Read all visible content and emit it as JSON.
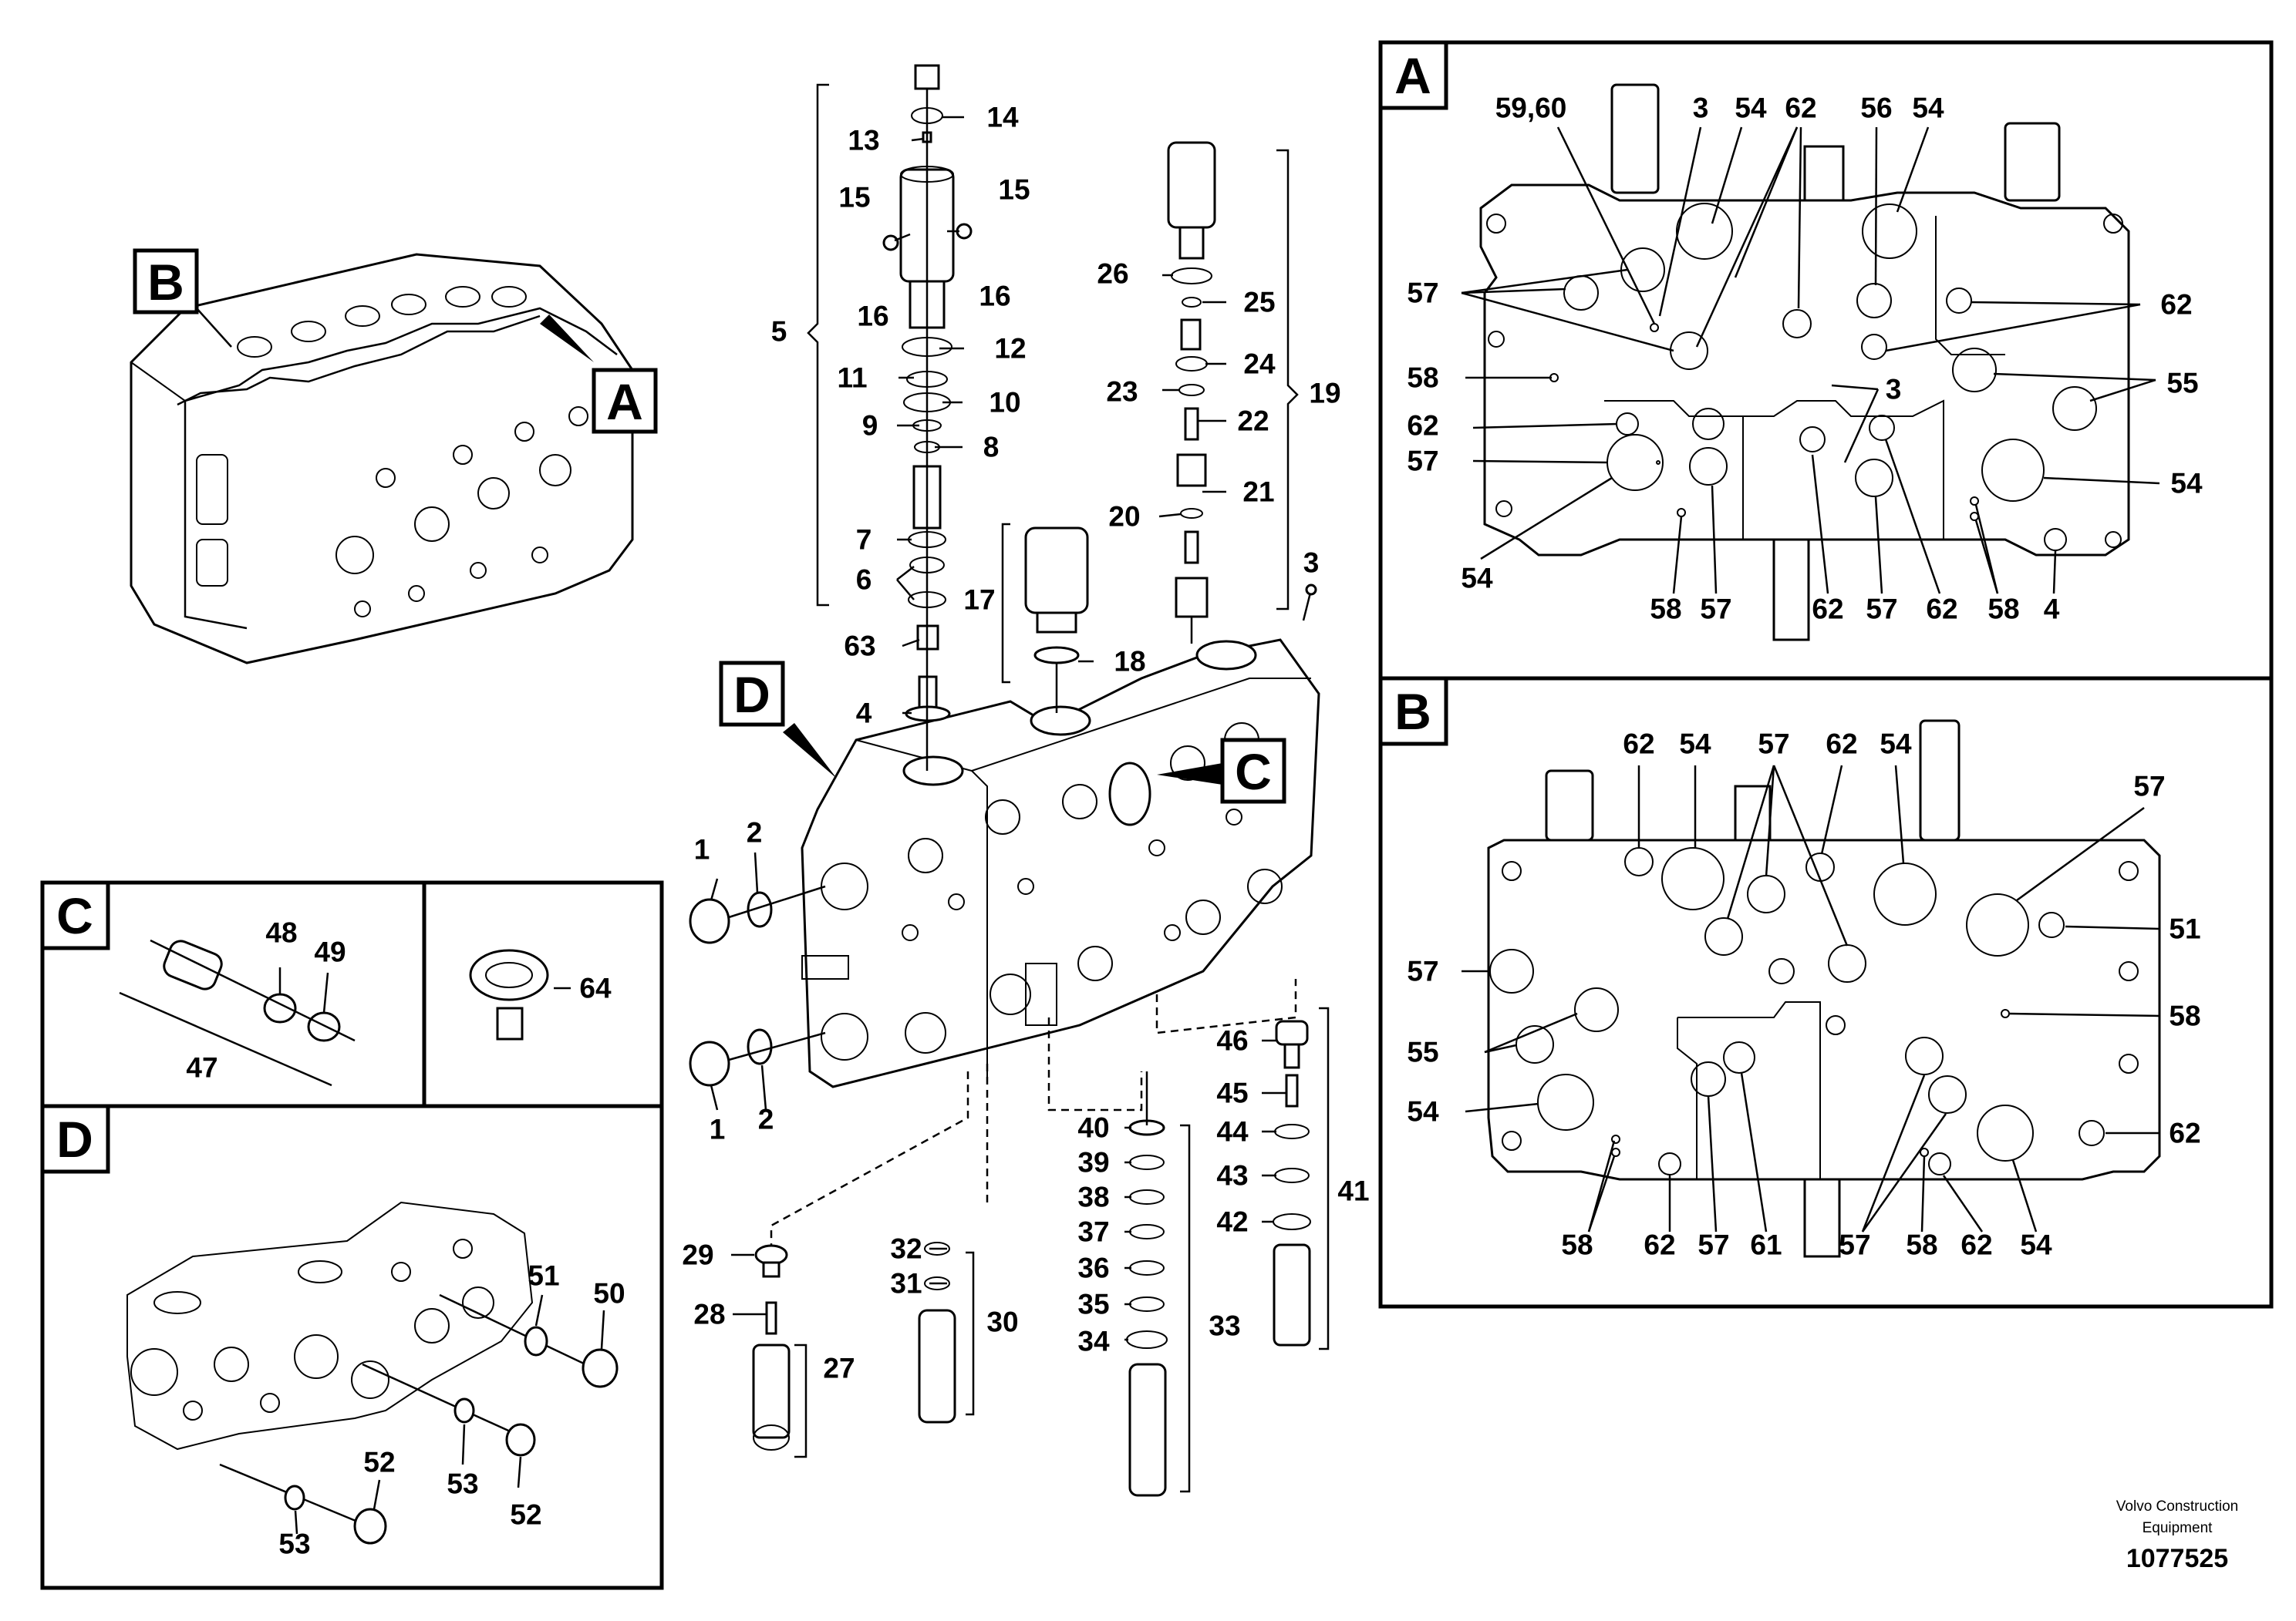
{
  "footer": {
    "maker_line1": "Volvo Construction",
    "maker_line2": "Equipment",
    "part_number": "1077525"
  },
  "view_markers": {
    "a": "A",
    "b": "B",
    "c": "C",
    "d": "D"
  },
  "main_labels": {
    "l1": "13",
    "l2": "14",
    "l3": "15",
    "l4": "15",
    "l5": "16",
    "l6": "16",
    "l7": "5",
    "l8": "12",
    "l9": "11",
    "l10": "10",
    "l11": "9",
    "l12": "8",
    "l13": "7",
    "l14": "6",
    "l15": "63",
    "l16": "4",
    "l17": "17",
    "l18": "18",
    "l19": "26",
    "l20": "25",
    "l21": "24",
    "l22": "23",
    "l23": "22",
    "l24": "21",
    "l25": "20",
    "l26": "19",
    "l27": "3",
    "l28": "1",
    "l29": "2",
    "l30": "1",
    "l31": "2",
    "l32": "29",
    "l33": "28",
    "l34": "27",
    "l35": "32",
    "l36": "31",
    "l37": "30",
    "l38": "40",
    "l39": "39",
    "l40": "38",
    "l41": "37",
    "l42": "36",
    "l43": "35",
    "l44": "34",
    "l45": "33",
    "l46": "46",
    "l47": "45",
    "l48": "44",
    "l49": "43",
    "l50": "42",
    "l51": "41"
  },
  "panel_a_labels": {
    "a1": "59,60",
    "a2": "3",
    "a3": "54",
    "a4": "62",
    "a5": "56",
    "a6": "54",
    "a7": "57",
    "a8": "62",
    "a9": "58",
    "a10": "3",
    "a11": "55",
    "a12": "62",
    "a13": "57",
    "a14": "54",
    "a15": "54",
    "a16": "58",
    "a17": "57",
    "a18": "62",
    "a19": "57",
    "a20": "62",
    "a21": "58",
    "a22": "4"
  },
  "panel_b_labels": {
    "b1": "62",
    "b2": "54",
    "b3": "57",
    "b4": "62",
    "b5": "54",
    "b6": "57",
    "b7": "51",
    "b8": "57",
    "b9": "58",
    "b10": "55",
    "b11": "54",
    "b12": "62",
    "b13": "58",
    "b14": "62",
    "b15": "57",
    "b16": "61",
    "b17": "57",
    "b18": "58",
    "b19": "62",
    "b20": "54"
  },
  "panel_c_labels": {
    "c1": "48",
    "c2": "49",
    "c3": "47"
  },
  "panel_e_labels": {
    "e1": "64"
  },
  "panel_d_labels": {
    "d1": "51",
    "d2": "50",
    "d3": "52",
    "d4": "53",
    "d5": "52",
    "d6": "53"
  }
}
